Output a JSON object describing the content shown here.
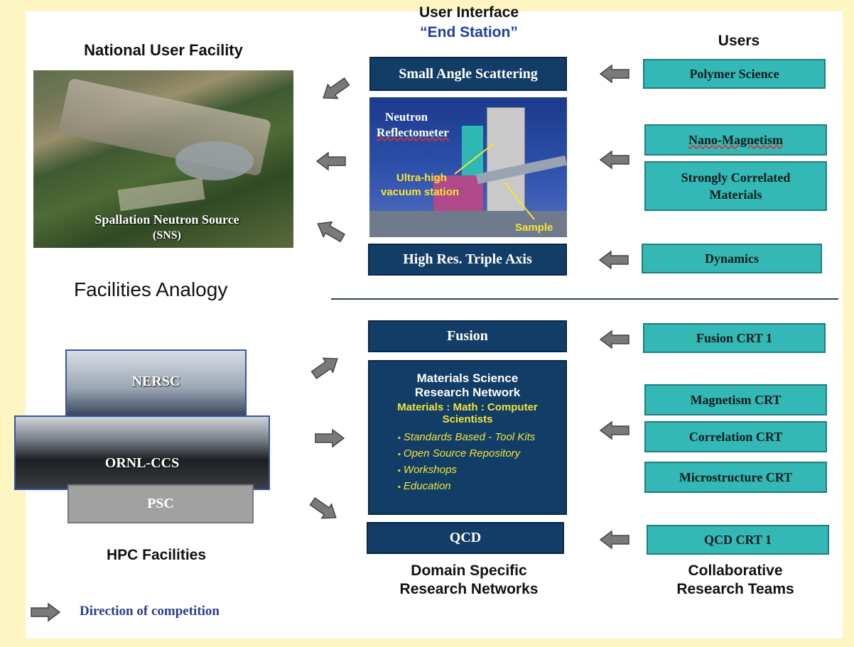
{
  "headers": {
    "national_user_facility": "National User Facility",
    "user_interface": "User Interface",
    "end_station": "“End Station”",
    "users": "Users",
    "facilities_analogy": "Facilities Analogy",
    "hpc_facilities": "HPC Facilities",
    "domain_specific_line1": "Domain Specific",
    "domain_specific_line2": "Research Networks",
    "collaborative_line1": "Collaborative",
    "collaborative_line2": "Research Teams"
  },
  "sns_photo": {
    "caption_line1": "Spallation Neutron Source",
    "caption_line2": "(SNS)"
  },
  "end_stations": {
    "small_angle": "Small Angle Scattering",
    "triple_axis": "High Res. Triple Axis",
    "reflectometer_line1": "Neutron",
    "reflectometer_line2": "Reflectometer",
    "vacuum_line1": "Ultra-high",
    "vacuum_line2": "vacuum station",
    "sample": "Sample"
  },
  "users": {
    "polymer": "Polymer Science",
    "nano": "Nano-Magnetism",
    "strongly_line1": "Strongly Correlated",
    "strongly_line2": "Materials",
    "dynamics": "Dynamics"
  },
  "hpc": {
    "nersc": "NERSC",
    "ornl": "ORNL-CCS",
    "psc": "PSC"
  },
  "networks": {
    "fusion": "Fusion",
    "msrn_line1": "Materials Science",
    "msrn_line2": "Research Network",
    "msrn_sub1": "Materials : Math : Computer",
    "msrn_sub2": "Scientists",
    "msrn_bullets": [
      "Standards Based - Tool Kits",
      "Open Source Repository",
      "Workshops",
      "Education"
    ],
    "qcd": "QCD"
  },
  "crts": {
    "fusion_crt": "Fusion CRT 1",
    "magnetism_crt": "Magnetism CRT",
    "correlation_crt": "Correlation CRT",
    "microstructure_crt": "Microstructure CRT",
    "qcd_crt": "QCD CRT 1"
  },
  "legend": {
    "label": "Direction of competition"
  },
  "colors": {
    "page_border": "#fdf6c3",
    "dark_box": "#123d66",
    "teal_box": "#34b8b6",
    "arrow": "#7a7a7a",
    "legend_text": "#2a3f8a",
    "divider": "#2c4a3a"
  }
}
